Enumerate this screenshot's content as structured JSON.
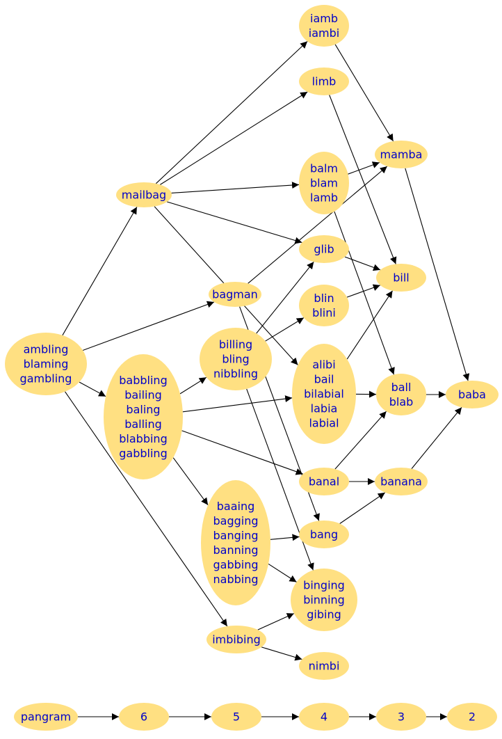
{
  "nodes": [
    {
      "id": "n_ambling",
      "lines": [
        "ambling",
        "blaming",
        "gambling"
      ]
    },
    {
      "id": "n_mailbag",
      "lines": [
        "mailbag"
      ]
    },
    {
      "id": "n_babbling",
      "lines": [
        "babbling",
        "bailing",
        "baling",
        "balling",
        "blabbing",
        "gabbling"
      ]
    },
    {
      "id": "n_imbibing",
      "lines": [
        "imbibing"
      ]
    },
    {
      "id": "n_bagman",
      "lines": [
        "bagman"
      ]
    },
    {
      "id": "n_billing",
      "lines": [
        "billing",
        "bling",
        "nibbling"
      ]
    },
    {
      "id": "n_baaing",
      "lines": [
        "baaing",
        "bagging",
        "banging",
        "banning",
        "gabbing",
        "nabbing"
      ]
    },
    {
      "id": "n_iamb",
      "lines": [
        "iamb",
        "iambi"
      ]
    },
    {
      "id": "n_limb",
      "lines": [
        "limb"
      ]
    },
    {
      "id": "n_balm",
      "lines": [
        "balm",
        "blam",
        "lamb"
      ]
    },
    {
      "id": "n_glib",
      "lines": [
        "glib"
      ]
    },
    {
      "id": "n_blin",
      "lines": [
        "blin",
        "blini"
      ]
    },
    {
      "id": "n_alibi",
      "lines": [
        "alibi",
        "bail",
        "bilabial",
        "labia",
        "labial"
      ]
    },
    {
      "id": "n_banal",
      "lines": [
        "banal"
      ]
    },
    {
      "id": "n_bang",
      "lines": [
        "bang"
      ]
    },
    {
      "id": "n_binging",
      "lines": [
        "binging",
        "binning",
        "gibing"
      ]
    },
    {
      "id": "n_nimbi",
      "lines": [
        "nimbi"
      ]
    },
    {
      "id": "n_mamba",
      "lines": [
        "mamba"
      ]
    },
    {
      "id": "n_bill",
      "lines": [
        "bill"
      ]
    },
    {
      "id": "n_ball",
      "lines": [
        "ball",
        "blab"
      ]
    },
    {
      "id": "n_banana",
      "lines": [
        "banana"
      ]
    },
    {
      "id": "n_baba",
      "lines": [
        "baba"
      ]
    },
    {
      "id": "n_pangram",
      "lines": [
        "pangram"
      ]
    },
    {
      "id": "n_6",
      "lines": [
        "6"
      ]
    },
    {
      "id": "n_5",
      "lines": [
        "5"
      ]
    },
    {
      "id": "n_4",
      "lines": [
        "4"
      ]
    },
    {
      "id": "n_3",
      "lines": [
        "3"
      ]
    },
    {
      "id": "n_2",
      "lines": [
        "2"
      ]
    }
  ],
  "edges": [
    [
      "n_ambling",
      "n_mailbag"
    ],
    [
      "n_ambling",
      "n_bagman"
    ],
    [
      "n_ambling",
      "n_babbling"
    ],
    [
      "n_ambling",
      "n_imbibing"
    ],
    [
      "n_mailbag",
      "n_iamb"
    ],
    [
      "n_mailbag",
      "n_limb"
    ],
    [
      "n_mailbag",
      "n_balm"
    ],
    [
      "n_mailbag",
      "n_glib"
    ],
    [
      "n_mailbag",
      "n_alibi"
    ],
    [
      "n_babbling",
      "n_billing"
    ],
    [
      "n_babbling",
      "n_alibi"
    ],
    [
      "n_babbling",
      "n_banal"
    ],
    [
      "n_babbling",
      "n_baaing"
    ],
    [
      "n_bagman",
      "n_mamba"
    ],
    [
      "n_bagman",
      "n_bang"
    ],
    [
      "n_billing",
      "n_glib"
    ],
    [
      "n_billing",
      "n_blin"
    ],
    [
      "n_billing",
      "n_binging"
    ],
    [
      "n_baaing",
      "n_bang"
    ],
    [
      "n_baaing",
      "n_binging"
    ],
    [
      "n_imbibing",
      "n_binging"
    ],
    [
      "n_imbibing",
      "n_nimbi"
    ],
    [
      "n_iamb",
      "n_mamba"
    ],
    [
      "n_limb",
      "n_bill"
    ],
    [
      "n_balm",
      "n_mamba"
    ],
    [
      "n_balm",
      "n_ball"
    ],
    [
      "n_glib",
      "n_bill"
    ],
    [
      "n_blin",
      "n_bill"
    ],
    [
      "n_alibi",
      "n_bill"
    ],
    [
      "n_alibi",
      "n_ball"
    ],
    [
      "n_banal",
      "n_ball"
    ],
    [
      "n_banal",
      "n_banana"
    ],
    [
      "n_bang",
      "n_banana"
    ],
    [
      "n_mamba",
      "n_baba"
    ],
    [
      "n_ball",
      "n_baba"
    ],
    [
      "n_banana",
      "n_baba"
    ],
    [
      "n_pangram",
      "n_6"
    ],
    [
      "n_6",
      "n_5"
    ],
    [
      "n_5",
      "n_4"
    ],
    [
      "n_4",
      "n_3"
    ],
    [
      "n_3",
      "n_2"
    ]
  ]
}
